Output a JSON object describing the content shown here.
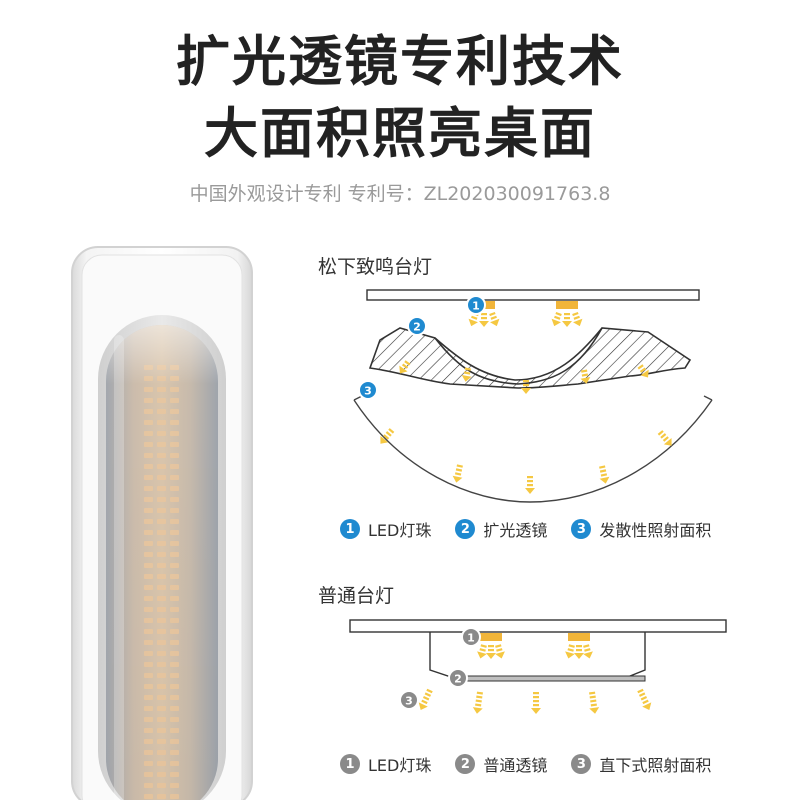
{
  "headline": {
    "line1": "扩光透镜专利技术",
    "line2": "大面积照亮桌面"
  },
  "subline": "中国外观设计专利 专利号：ZL202030091763.8",
  "colors": {
    "headline": "#222222",
    "badge_blue": "#1f8ad0",
    "badge_gray": "#8a8a8a",
    "light_yellow": "#f5c842",
    "light_orange": "#f1b53a"
  },
  "panasonic": {
    "title": "松下致鸣台灯",
    "markers": [
      "1",
      "2",
      "3"
    ],
    "legend": [
      {
        "num": "1",
        "label": "LED灯珠"
      },
      {
        "num": "2",
        "label": "扩光透镜"
      },
      {
        "num": "3",
        "label": "发散性照射面积"
      }
    ]
  },
  "ordinary": {
    "title": "普通台灯",
    "markers": [
      "1",
      "2",
      "3"
    ],
    "legend": [
      {
        "num": "1",
        "label": "LED灯珠"
      },
      {
        "num": "2",
        "label": "普通透镜"
      },
      {
        "num": "3",
        "label": "直下式照射面积"
      }
    ]
  },
  "icons": {
    "lamp_photo": "lamp-bar-photo",
    "light_arrow": "light-ray-arrow-icon"
  }
}
